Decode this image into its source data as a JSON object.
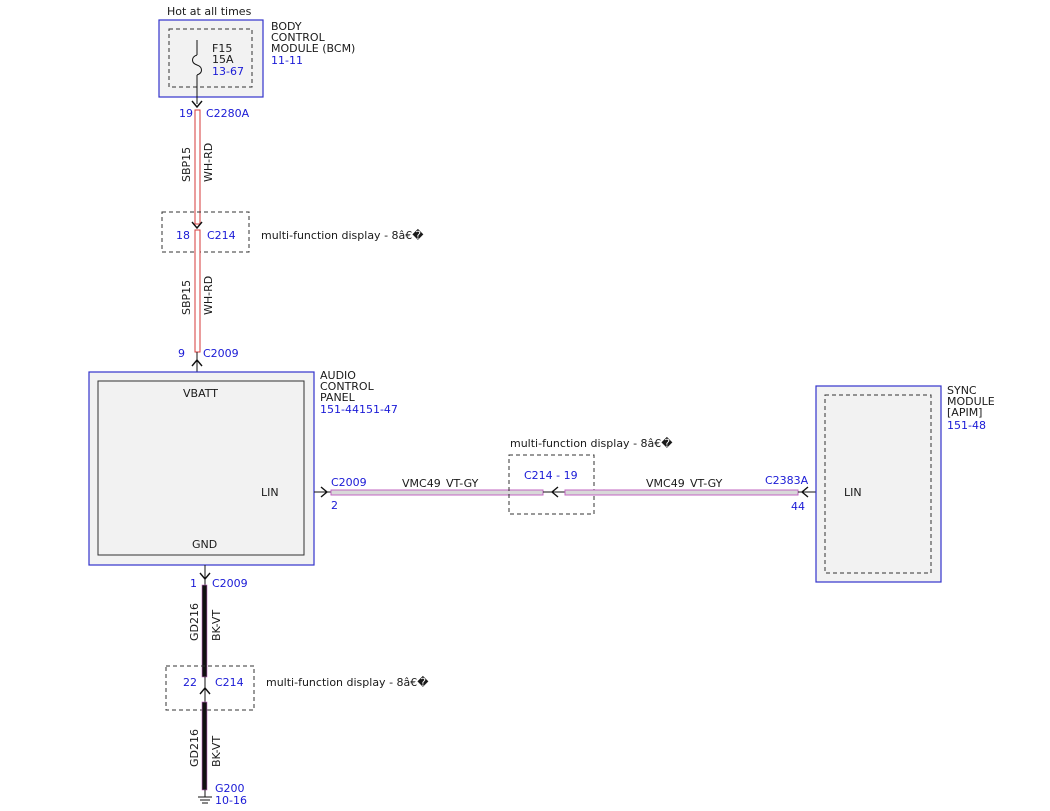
{
  "bcm": {
    "power_note": "Hot at all times",
    "name_lines": [
      "BODY",
      "CONTROL",
      "MODULE (BCM)"
    ],
    "ref": "11-11",
    "fuse_name": "F15",
    "fuse_rating": "15A",
    "fuse_ref": "13-67",
    "pin": "19",
    "connector": "C2280A"
  },
  "wire_sbp15": {
    "circuit": "SBP15",
    "color": "WH-RD"
  },
  "splice_top": {
    "pin": "18",
    "connector": "C214",
    "note": "multi-function display - 8â€�"
  },
  "acp": {
    "name_lines": [
      "AUDIO",
      "CONTROL",
      "PANEL"
    ],
    "ref": "151-44151-47",
    "pin_vbatt_label": "VBATT",
    "pin_lin_label": "LIN",
    "pin_gnd_label": "GND",
    "vbatt_pin": "9",
    "vbatt_connector": "C2009",
    "lin_connector": "C2009",
    "lin_pin": "2",
    "gnd_pin": "1",
    "gnd_connector": "C2009"
  },
  "wire_vmc49_left": {
    "circuit": "VMC49",
    "color": "VT-GY"
  },
  "splice_mid": {
    "label": "C214 - 19",
    "note": "multi-function display - 8â€�"
  },
  "wire_vmc49_right": {
    "circuit": "VMC49",
    "color": "VT-GY"
  },
  "sync": {
    "name_lines": [
      "SYNC",
      "MODULE",
      "[APIM]"
    ],
    "ref": "151-48",
    "pin_lin_label": "LIN",
    "connector": "C2383A",
    "pin": "44"
  },
  "wire_gd216_top": {
    "circuit": "GD216",
    "color": "BK-VT"
  },
  "splice_bottom": {
    "pin": "22",
    "connector": "C214",
    "note": "multi-function display - 8â€�"
  },
  "wire_gd216_bottom": {
    "circuit": "GD216",
    "color": "BK-VT"
  },
  "ground": {
    "name": "G200",
    "ref": "10-16"
  },
  "colors": {
    "module_border": "#3333cc",
    "module_fill": "#f2f2f2",
    "wire_red": "#d63a3a",
    "wire_violet": "#c266c2",
    "wire_black": "#111111",
    "link_blue": "#1a1ad6"
  }
}
